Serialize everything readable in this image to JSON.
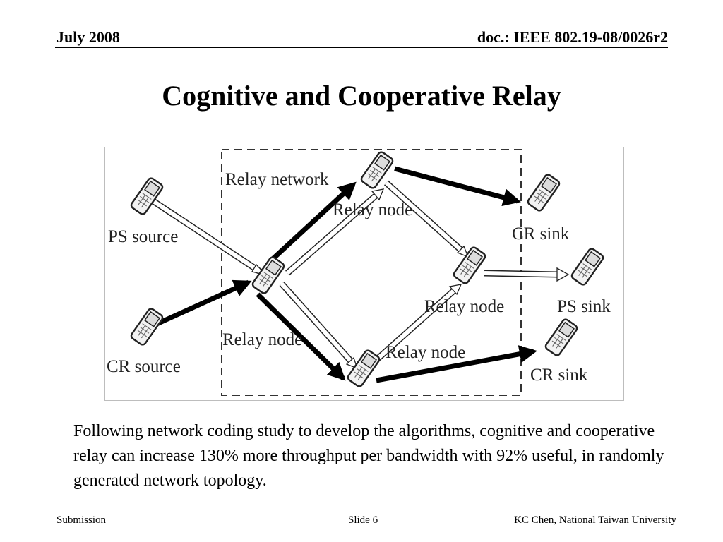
{
  "header": {
    "date": "July 2008",
    "doc": "doc.: IEEE 802.19-08/0026r2"
  },
  "title": "Cognitive and Cooperative Relay",
  "diagram": {
    "labels": {
      "relay_network": "Relay network",
      "relay_node_top": "Relay node",
      "relay_node_left": "Relay node",
      "relay_node_mid": "Relay node",
      "relay_node_bottom": "Relay node",
      "ps_source": "PS source",
      "cr_source": "CR source",
      "cr_sink_top": "CR sink",
      "ps_sink": "PS sink",
      "cr_sink_bottom": "CR sink"
    },
    "devices": [
      "ps-source",
      "cr-source",
      "relay-center",
      "relay-top",
      "relay-mid",
      "relay-bottom",
      "cr-sink-top",
      "ps-sink",
      "cr-sink-bottom"
    ],
    "links": {
      "cognitive_relay": "thick black arrows",
      "primary_system": "hollow white arrows"
    }
  },
  "body": "Following network coding study to develop the algorithms, cognitive and cooperative relay can increase 130% more throughput per bandwidth with 92% useful, in randomly generated network topology.",
  "footer": {
    "left": "Submission",
    "center": "Slide 6",
    "right": "KC Chen, National Taiwan University"
  }
}
